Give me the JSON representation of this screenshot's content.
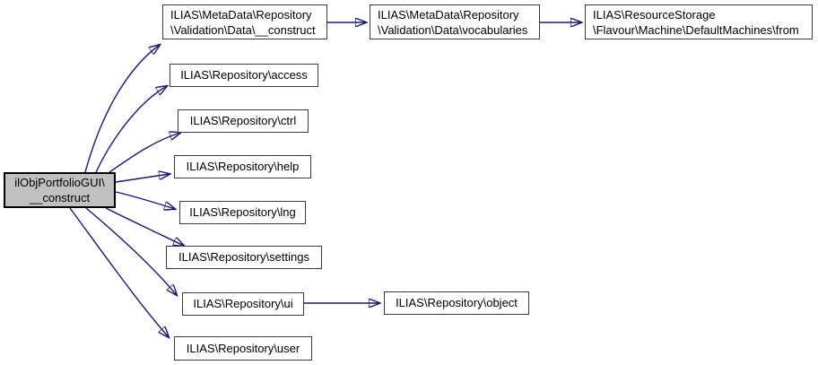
{
  "diagram": {
    "type": "call-graph",
    "tool_style": "doxygen",
    "direction": "left-to-right",
    "colors": {
      "background": "#ffffff",
      "edge": "#191970",
      "node_fill": "#ffffff",
      "node_border": "#3a3a3a",
      "highlight_fill": "#c0c0c0",
      "highlight_border": "#000000",
      "text": "#000000"
    },
    "nodes": {
      "main": {
        "label": "ilObjPortfolioGUI\\\n__construct",
        "highlighted": true
      },
      "md_construct": {
        "label": "ILIAS\\MetaData\\Repository\n\\Validation\\Data\\__construct",
        "highlighted": false
      },
      "md_vocabularies": {
        "label": "ILIAS\\MetaData\\Repository\n\\Validation\\Data\\vocabularies",
        "highlighted": false
      },
      "rs_from": {
        "label": "ILIAS\\ResourceStorage\n\\Flavour\\Machine\\DefaultMachines\\from",
        "highlighted": false
      },
      "access": {
        "label": "ILIAS\\Repository\\access",
        "highlighted": false
      },
      "ctrl": {
        "label": "ILIAS\\Repository\\ctrl",
        "highlighted": false
      },
      "help": {
        "label": "ILIAS\\Repository\\help",
        "highlighted": false
      },
      "lng": {
        "label": "ILIAS\\Repository\\lng",
        "highlighted": false
      },
      "settings": {
        "label": "ILIAS\\Repository\\settings",
        "highlighted": false
      },
      "ui": {
        "label": "ILIAS\\Repository\\ui",
        "highlighted": false
      },
      "user": {
        "label": "ILIAS\\Repository\\user",
        "highlighted": false
      },
      "object": {
        "label": "ILIAS\\Repository\\object",
        "highlighted": false
      }
    },
    "edges": [
      {
        "from": "main",
        "to": "md_construct"
      },
      {
        "from": "main",
        "to": "access"
      },
      {
        "from": "main",
        "to": "ctrl"
      },
      {
        "from": "main",
        "to": "help"
      },
      {
        "from": "main",
        "to": "lng"
      },
      {
        "from": "main",
        "to": "settings"
      },
      {
        "from": "main",
        "to": "ui"
      },
      {
        "from": "main",
        "to": "user"
      },
      {
        "from": "md_construct",
        "to": "md_vocabularies"
      },
      {
        "from": "md_vocabularies",
        "to": "rs_from"
      },
      {
        "from": "ui",
        "to": "object"
      }
    ]
  }
}
